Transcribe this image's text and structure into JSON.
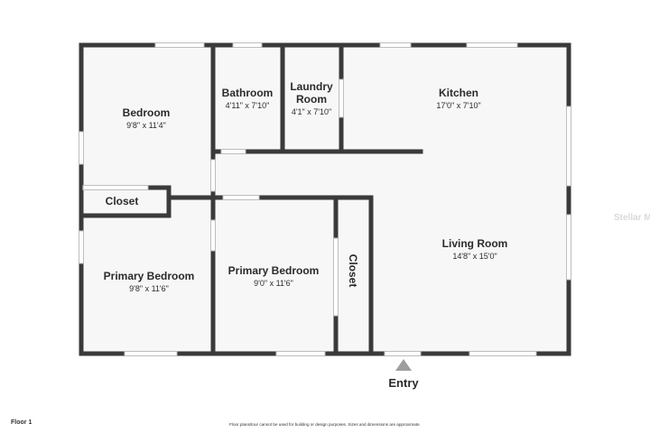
{
  "rooms": {
    "bedroom": {
      "name": "Bedroom",
      "dims": "9'8\" x 11'4\""
    },
    "bathroom": {
      "name": "Bathroom",
      "dims": "4'11\" x 7'10\""
    },
    "laundry": {
      "name_line1": "Laundry",
      "name_line2": "Room",
      "dims": "4'1\" x 7'10\""
    },
    "kitchen": {
      "name": "Kitchen",
      "dims": "17'0\" x 7'10\""
    },
    "closet_left": {
      "name": "Closet"
    },
    "primary_bedroom_left": {
      "name": "Primary Bedroom",
      "dims": "9'8\" x 11'6\""
    },
    "primary_bedroom_center": {
      "name": "Primary Bedroom",
      "dims": "9'0\" x 11'6\""
    },
    "closet_vertical": {
      "name": "Closet"
    },
    "living_room": {
      "name": "Living Room",
      "dims": "14'8\" x 15'0\""
    }
  },
  "entry_label": "Entry",
  "floor_label": "Floor 1",
  "disclaimer": "Floor plans/tour cannot be used for building or design purposes. Sizes and dimensions are approximate.",
  "watermark": "Stellar MLS",
  "colors": {
    "wall": "#3a3a3a",
    "floor": "#f7f7f7",
    "window": "#bdbdbd",
    "text": "#2b2b2b",
    "entry_marker": "#9e9e9e"
  }
}
